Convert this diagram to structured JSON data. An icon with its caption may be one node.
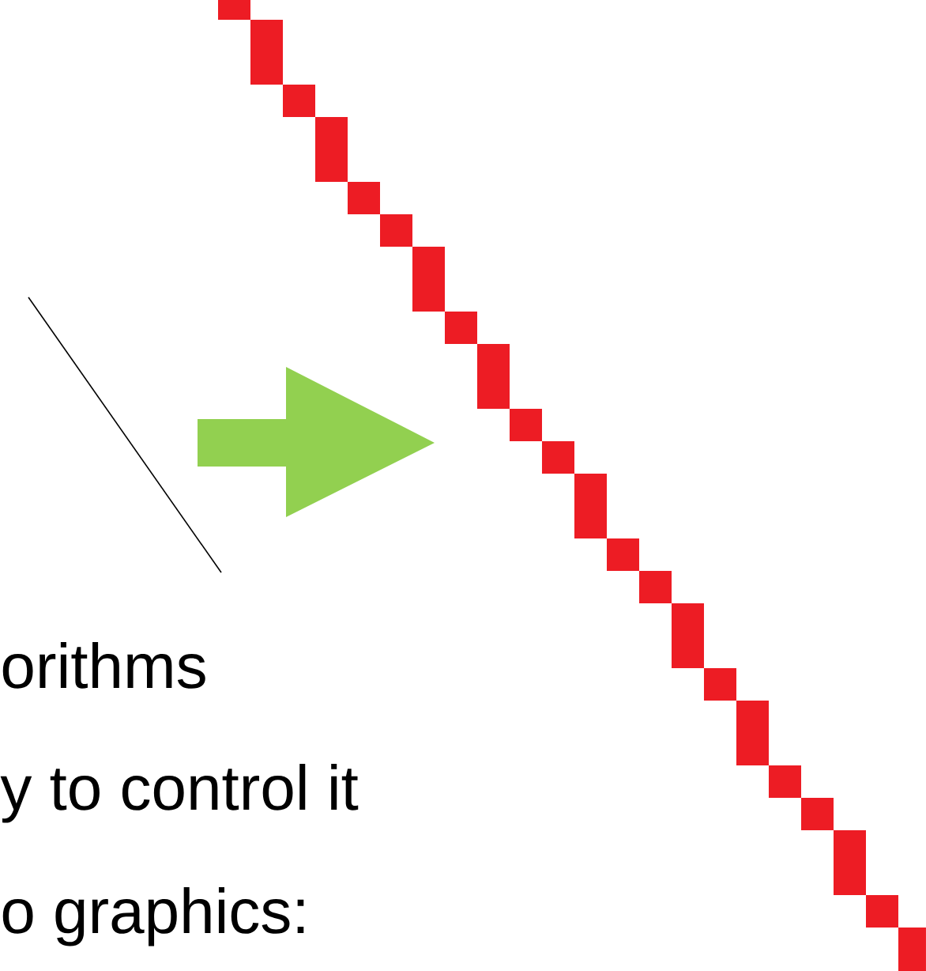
{
  "diagram": {
    "labels": [
      "orithms",
      "y to control it",
      "o graphics:"
    ]
  }
}
